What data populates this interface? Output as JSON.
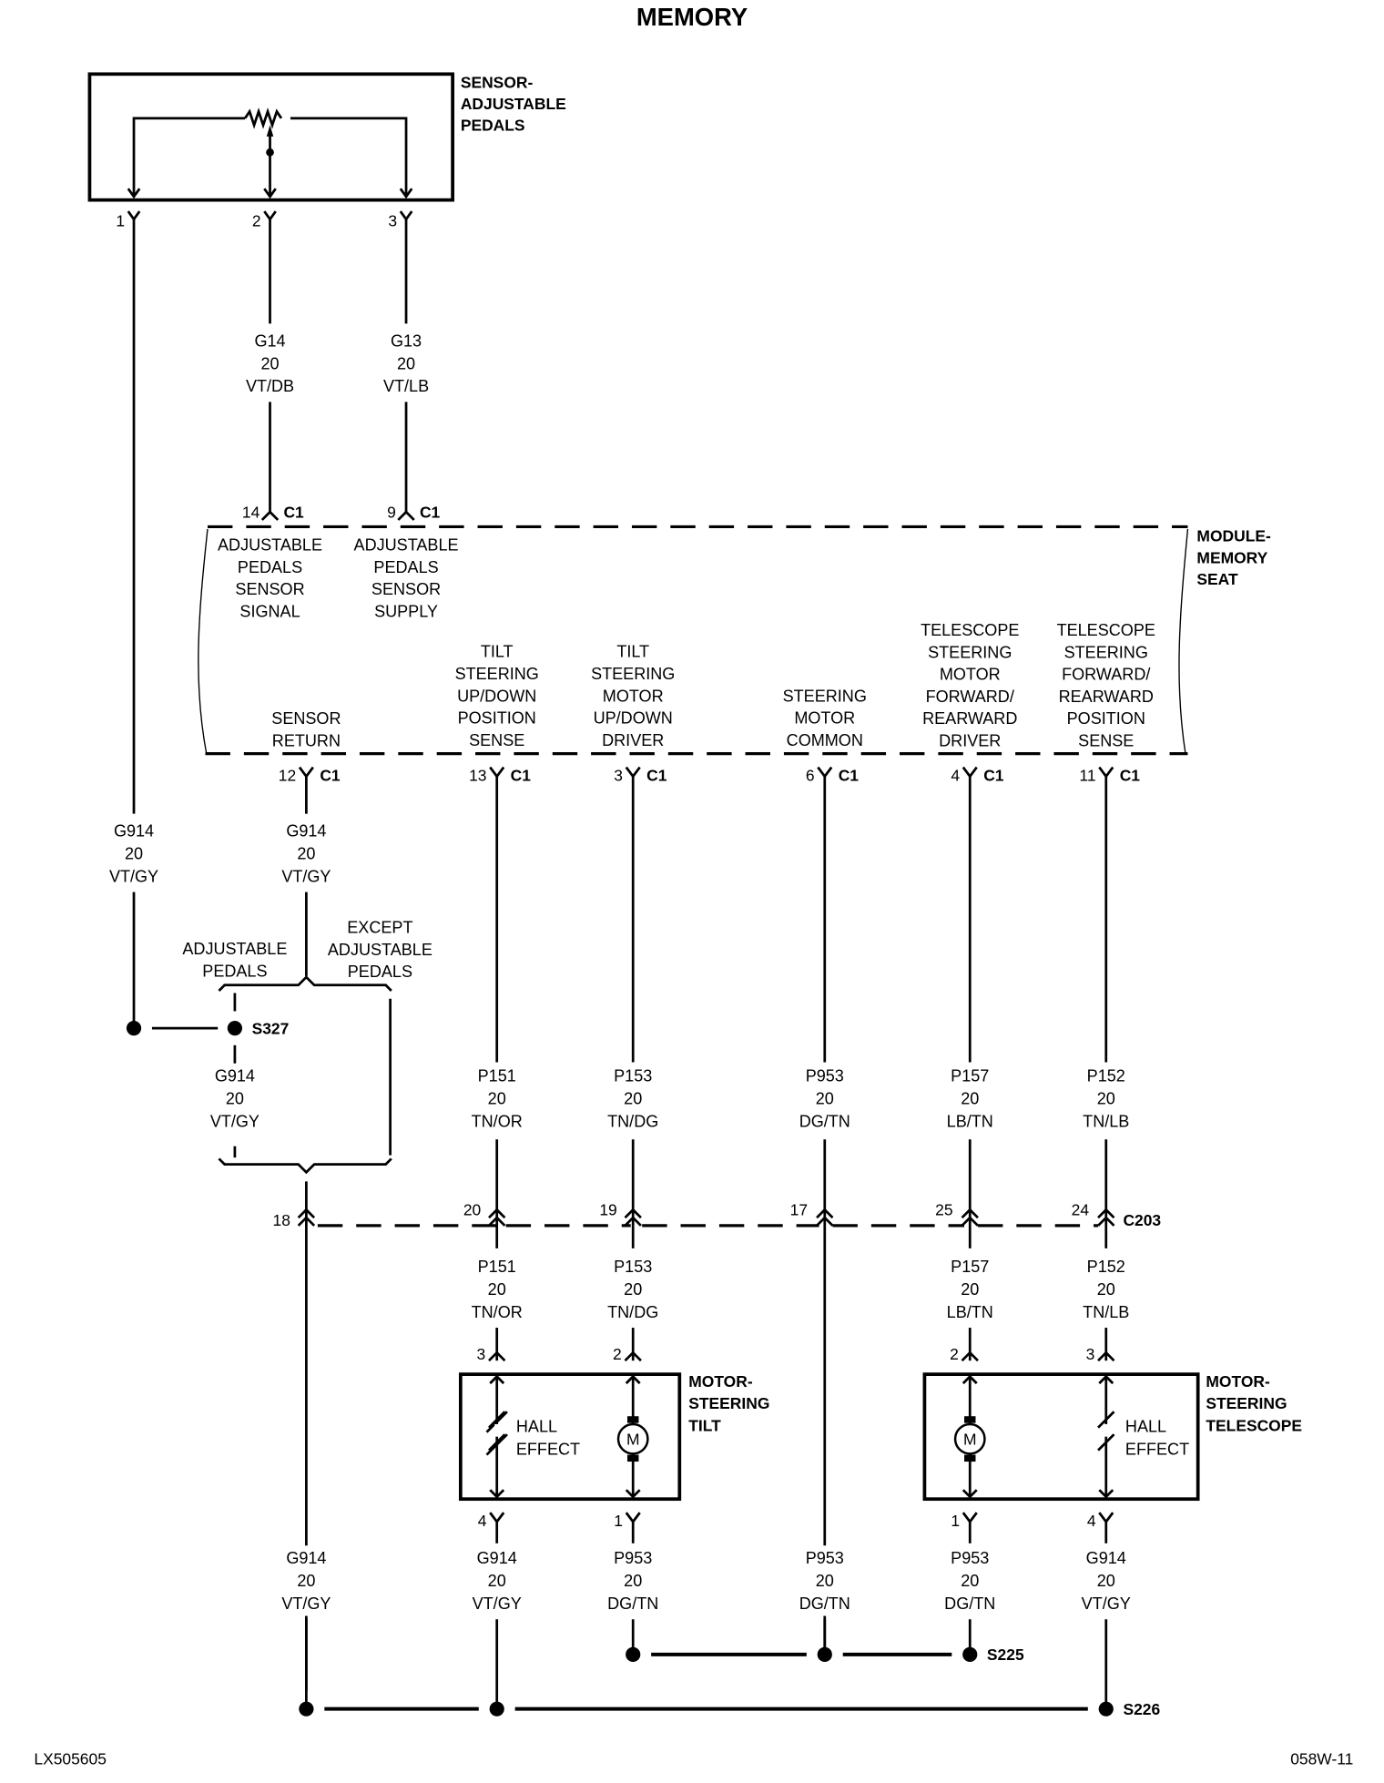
{
  "title": "MEMORY",
  "colors": {
    "ink": "#000000",
    "background": "#ffffff"
  },
  "footer": {
    "left_code": "LX505605",
    "right_code": "058W-11"
  },
  "sensor": {
    "name_lines": [
      "SENSOR-",
      "ADJUSTABLE",
      "PEDALS"
    ],
    "pins": [
      "1",
      "2",
      "3"
    ]
  },
  "upper_wires": [
    {
      "circuit": "G14",
      "gauge": "20",
      "color": "VT/DB"
    },
    {
      "circuit": "G13",
      "gauge": "20",
      "color": "VT/LB"
    }
  ],
  "module": {
    "name_lines": [
      "MODULE-",
      "MEMORY",
      "SEAT"
    ],
    "connector": "C1",
    "top_pins": [
      {
        "pin": "14",
        "function_lines": [
          "ADJUSTABLE",
          "PEDALS",
          "SENSOR",
          "SIGNAL"
        ]
      },
      {
        "pin": "9",
        "function_lines": [
          "ADJUSTABLE",
          "PEDALS",
          "SENSOR",
          "SUPPLY"
        ]
      }
    ],
    "bottom_pins": [
      {
        "pin": "12",
        "function_lines": [
          "SENSOR",
          "RETURN"
        ]
      },
      {
        "pin": "13",
        "function_lines": [
          "TILT",
          "STEERING",
          "UP/DOWN",
          "POSITION",
          "SENSE"
        ]
      },
      {
        "pin": "3",
        "function_lines": [
          "TILT",
          "STEERING",
          "MOTOR",
          "UP/DOWN",
          "DRIVER"
        ]
      },
      {
        "pin": "6",
        "function_lines": [
          "STEERING",
          "MOTOR",
          "COMMON"
        ]
      },
      {
        "pin": "4",
        "function_lines": [
          "TELESCOPE",
          "STEERING",
          "MOTOR",
          "FORWARD/",
          "REARWARD",
          "DRIVER"
        ]
      },
      {
        "pin": "11",
        "function_lines": [
          "TELESCOPE",
          "STEERING",
          "FORWARD/",
          "REARWARD",
          "POSITION",
          "SENSE"
        ]
      }
    ]
  },
  "middle_wires": [
    {
      "circuit": "G914",
      "gauge": "20",
      "color": "VT/GY"
    },
    {
      "circuit": "G914",
      "gauge": "20",
      "color": "VT/GY"
    }
  ],
  "option_labels": {
    "adjustable": [
      "ADJUSTABLE",
      "PEDALS"
    ],
    "except": [
      "EXCEPT",
      "ADJUSTABLE",
      "PEDALS"
    ]
  },
  "splice_s327": {
    "name": "S327",
    "wire": {
      "circuit": "G914",
      "gauge": "20",
      "color": "VT/GY"
    }
  },
  "pre_c203_wires": [
    {
      "circuit": "P151",
      "gauge": "20",
      "color": "TN/OR"
    },
    {
      "circuit": "P153",
      "gauge": "20",
      "color": "TN/DG"
    },
    {
      "circuit": "P953",
      "gauge": "20",
      "color": "DG/TN"
    },
    {
      "circuit": "P157",
      "gauge": "20",
      "color": "LB/TN"
    },
    {
      "circuit": "P152",
      "gauge": "20",
      "color": "TN/LB"
    }
  ],
  "c203": {
    "name": "C203",
    "pins": [
      "18",
      "20",
      "19",
      "17",
      "25",
      "24"
    ]
  },
  "post_c203_wires": [
    {
      "circuit": "P151",
      "gauge": "20",
      "color": "TN/OR"
    },
    {
      "circuit": "P153",
      "gauge": "20",
      "color": "TN/DG"
    },
    {
      "circuit": "P157",
      "gauge": "20",
      "color": "LB/TN"
    },
    {
      "circuit": "P152",
      "gauge": "20",
      "color": "TN/LB"
    }
  ],
  "motor_tilt": {
    "name_lines": [
      "MOTOR-",
      "STEERING",
      "TILT"
    ],
    "top_pins": [
      "3",
      "2"
    ],
    "bottom_pins": [
      "4",
      "1"
    ],
    "hall_lines": [
      "HALL",
      "EFFECT"
    ],
    "motor_symbol": "M"
  },
  "motor_telescope": {
    "name_lines": [
      "MOTOR-",
      "STEERING",
      "TELESCOPE"
    ],
    "top_pins": [
      "2",
      "3"
    ],
    "bottom_pins": [
      "1",
      "4"
    ],
    "hall_lines": [
      "HALL",
      "EFFECT"
    ],
    "motor_symbol": "M"
  },
  "bottom_wires": [
    {
      "circuit": "G914",
      "gauge": "20",
      "color": "VT/GY"
    },
    {
      "circuit": "G914",
      "gauge": "20",
      "color": "VT/GY"
    },
    {
      "circuit": "P953",
      "gauge": "20",
      "color": "DG/TN"
    },
    {
      "circuit": "P953",
      "gauge": "20",
      "color": "DG/TN"
    },
    {
      "circuit": "P953",
      "gauge": "20",
      "color": "DG/TN"
    },
    {
      "circuit": "G914",
      "gauge": "20",
      "color": "VT/GY"
    }
  ],
  "splices": {
    "s225": "S225",
    "s226": "S226"
  }
}
